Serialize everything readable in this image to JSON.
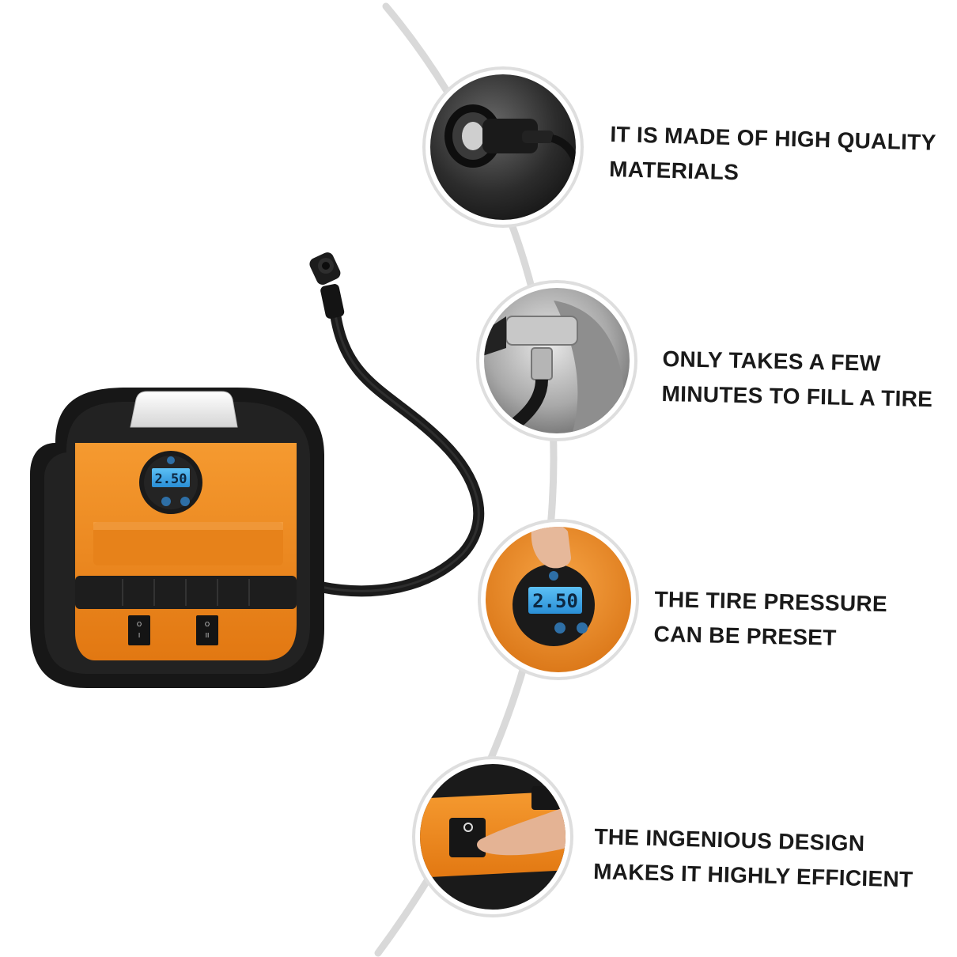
{
  "product": {
    "display_reading": "2.50",
    "switch_left_marks": [
      "O",
      "I"
    ],
    "switch_right_marks": [
      "O",
      "II"
    ]
  },
  "features": [
    {
      "icon": "cigarette-lighter-plug-icon",
      "lines": [
        "IT IS MADE OF HIGH QUALITY",
        "MATERIALS"
      ]
    },
    {
      "icon": "tire-valve-chuck-icon",
      "lines": [
        "ONLY TAKES A FEW",
        "MINUTES TO FILL A TIRE"
      ]
    },
    {
      "icon": "pressure-display-icon",
      "lines": [
        "THE TIRE PRESSURE",
        "CAN BE PRESET"
      ]
    },
    {
      "icon": "power-switch-icon",
      "lines": [
        "THE INGENIOUS DESIGN",
        "MAKES IT HIGHLY EFFICIENT"
      ]
    }
  ],
  "colors": {
    "accent_orange": "#f08a24",
    "body_black": "#161616",
    "lcd_blue": "#3aa6e8",
    "arc_gray": "#d9d9d9",
    "text": "#1a1a1a"
  }
}
